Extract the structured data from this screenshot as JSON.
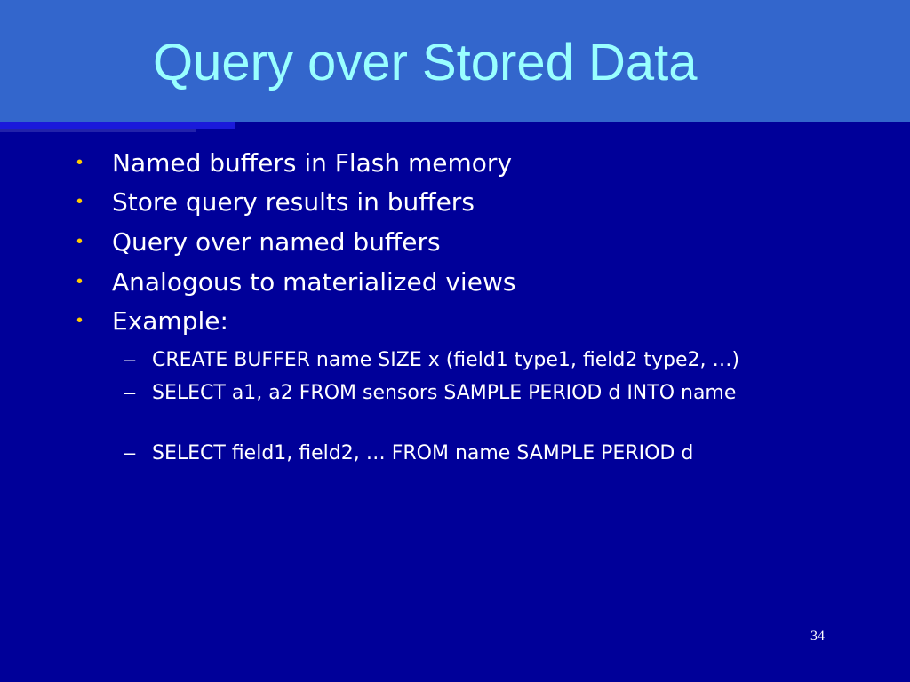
{
  "slide": {
    "title": "Query over Stored Data",
    "bullets": [
      "Named buffers in Flash memory",
      "Store query results in buffers",
      "Query over named buffers",
      "Analogous to materialized views",
      "Example:"
    ],
    "bullet_marker": "•",
    "sub_marker": "–",
    "sub_bullets": [
      "CREATE BUFFER name SIZE x (field1 type1, field2 type2, …)",
      "SELECT a1, a2 FROM sensors SAMPLE PERIOD d INTO name",
      "SELECT field1, field2, … FROM name SAMPLE PERIOD d"
    ],
    "page_number": "34"
  },
  "colors": {
    "background": "#000099",
    "title_band": "#3366CC",
    "title_text": "#99FFFF",
    "bullet_marker": "#FFCC00",
    "body_text": "#FFFFFF"
  }
}
